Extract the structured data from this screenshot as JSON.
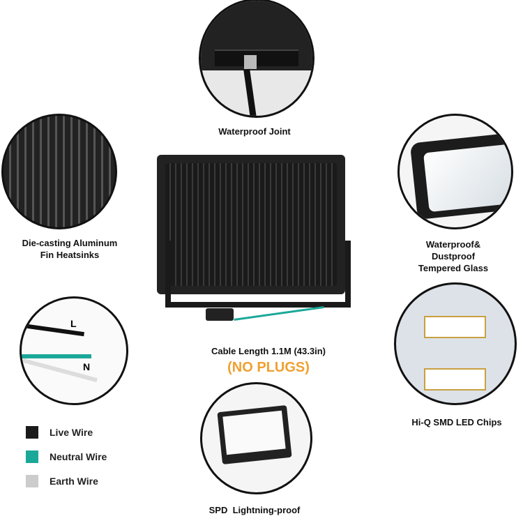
{
  "features": {
    "waterproof_joint": "Waterproof Joint",
    "heatsink_line1": "Die-casting Aluminum",
    "heatsink_line2": "Fin Heatsinks",
    "glass_line1": "Waterproof&",
    "glass_line2": "Dustproof",
    "glass_line3": "Tempered Glass",
    "cable_length": "Cable Length 1.1M (43.3in)",
    "no_plugs": "(NO PLUGS)",
    "led_chips": "Hi-Q SMD LED Chips",
    "spd": "SPD  Lightning-proof"
  },
  "wire_labels": [
    "L",
    "N"
  ],
  "legend": [
    {
      "label": "Live Wire",
      "color": "#1a1a1a"
    },
    {
      "label": "Neutral Wire",
      "color": "#1aa898"
    },
    {
      "label": "Earth Wire",
      "color": "#cccccc"
    }
  ],
  "colors": {
    "accent": "#f0a030"
  }
}
